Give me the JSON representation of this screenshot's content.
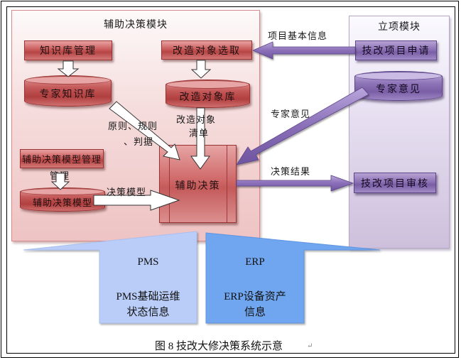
{
  "diagram": {
    "decision_module": {
      "title": "辅助决策模块",
      "knowledge_mgmt": "知识库管理",
      "expert_kb": "专家知识库",
      "object_select": "改造对象选取",
      "object_db": "改造对象库",
      "model_mgmt": "辅助决策模型管理",
      "model_db": "辅助决策模型",
      "central": "辅助决策",
      "label_rules_line1": "原则、规则",
      "label_rules_line2": "、判据",
      "label_object_list_line1": "改造对象",
      "label_object_list_line2": "清单",
      "label_model": "决策模型"
    },
    "project_module": {
      "title": "立项模块",
      "apply": "技改项目申请",
      "expert_opinion": "专家意见",
      "review": "技改项目审核"
    },
    "flows": {
      "basic_info": "项目基本信息",
      "expert_opinion": "专家意见",
      "decision_result": "决策结果"
    },
    "sources": [
      {
        "name": "PMS",
        "desc_line1": "PMS基础运维",
        "desc_line2": "状态信息",
        "color": "#B9CDF8"
      },
      {
        "name": "ERP",
        "desc_line1": "ERP设备资产",
        "desc_line2": "信息",
        "color": "#6FA6F0"
      }
    ],
    "colors": {
      "decision_module": "#EEC3C3",
      "project_module": "#CDC0DC",
      "red_box": "#C95B5B",
      "purple_box": "#8D72B5",
      "purple_arrow": "#8A6FB8"
    }
  },
  "caption": "图 8  技改大修决策系统示意"
}
